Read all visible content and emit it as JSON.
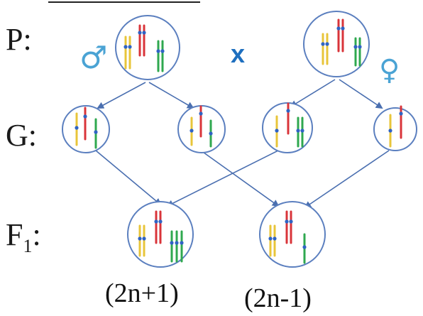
{
  "colors": {
    "yellow": "#e8c53a",
    "red": "#d9343a",
    "green": "#2fa84f",
    "blue": "#2f63c4",
    "cell_outline": "#5b7fbf",
    "arrow": "#4a6fb0",
    "sex_symbol": "#4aa3d4",
    "cross_mark": "#1e6fbf"
  },
  "labels": {
    "parents": "P:",
    "gametes": "G:",
    "f1_main": "F",
    "f1_sub": "1",
    "f1_colon": ":",
    "male_symbol": "♂",
    "female_symbol": "♀",
    "cross": "x",
    "trisomic": "(2n+1)",
    "monosomic": "(2n-1)"
  },
  "icons": {
    "male": "male-symbol-icon",
    "female": "female-symbol-icon"
  }
}
